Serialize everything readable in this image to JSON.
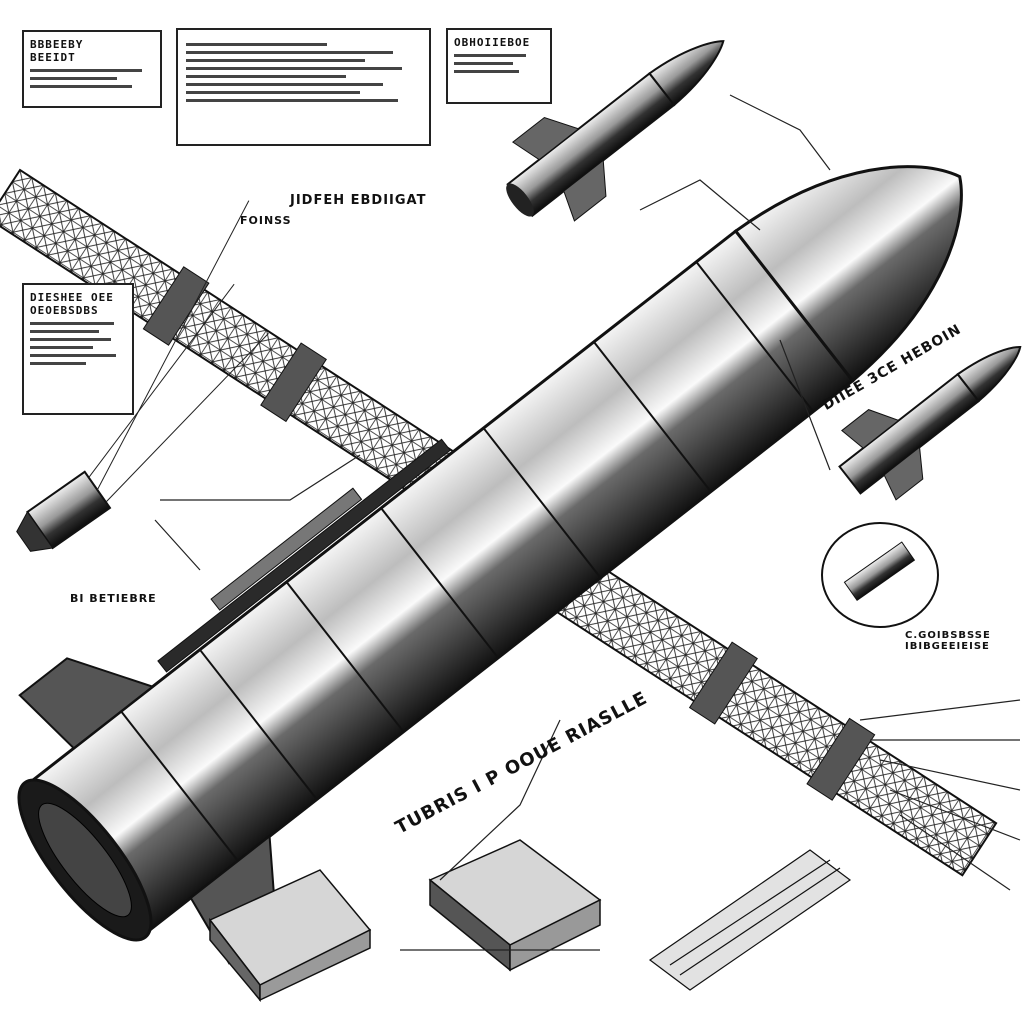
{
  "labels": {
    "top_box_left_heading": "BBBEEBY\nBEEIDT",
    "top_box_right_heading": "OBHOIIEBOE",
    "center_label": "JIDFEH EBDIIGAT",
    "center_sub": "FOINSS",
    "left_box_heading": "DIESHEE OEE\nOEOEBSDBS",
    "left_lower": "BI BETIEBRE",
    "right_mid": "DIIEE 3CE HEBOIN",
    "bottom_title": "TUBRIS I P OOUE RIASLLE",
    "right_small": "C.GOIBSBSSE\nIBIBGEEIEISE"
  },
  "colors": {
    "ink": "#111111",
    "steel_dark": "#1a1a1a",
    "steel_mid": "#8a8a8a",
    "steel_light": "#e8e8e8",
    "paper": "#ffffff"
  }
}
